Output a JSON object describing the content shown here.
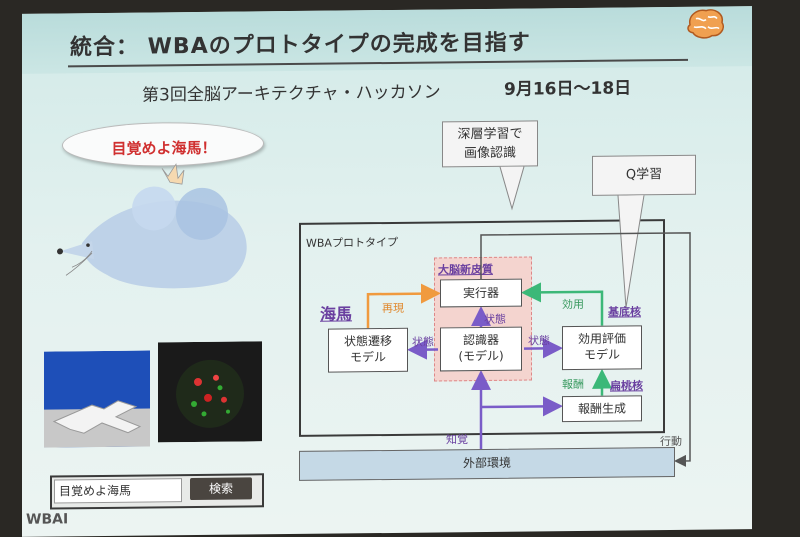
{
  "slide": {
    "title": "統合：  WBAのプロトタイプの完成を目指す",
    "subtitle": "第3回全脳アーキテクチャ・ハッカソン",
    "date": "9月16日〜18日",
    "footer_logo": "WBAI"
  },
  "left": {
    "bubble_text": "目覚めよ海馬！",
    "search": {
      "value": "目覚めよ海馬",
      "button": "検索"
    }
  },
  "diagram": {
    "frame_label": "WBAプロトタイプ",
    "cortex_label": "大脳新皮質",
    "hippocampus_label": "海馬",
    "basal_ganglia_label": "基底核",
    "amygdala_label": "扁桃核",
    "callouts": {
      "deep_learning_line1": "深層学習で",
      "deep_learning_line2": "画像認識",
      "q_learning": "Q学習"
    },
    "boxes": {
      "executor": "実行器",
      "recognizer_line1": "認識器",
      "recognizer_line2": "(モデル)",
      "state_model_line1": "状態遷移",
      "state_model_line2": "モデル",
      "utility_line1": "効用評価",
      "utility_line2": "モデル",
      "reward": "報酬生成",
      "external": "外部環境"
    },
    "arrow_labels": {
      "reproduce": "再現",
      "state_left": "状態",
      "state_up": "状態",
      "state_right": "状態",
      "utility": "効用",
      "reward": "報酬",
      "perception": "知覚",
      "action": "行動"
    },
    "colors": {
      "orange": "#f09a3e",
      "green": "#3cb878",
      "purple": "#7a5cc8",
      "cortex_fill": "#f4d4cf",
      "env_fill": "#c5d9e6"
    }
  }
}
